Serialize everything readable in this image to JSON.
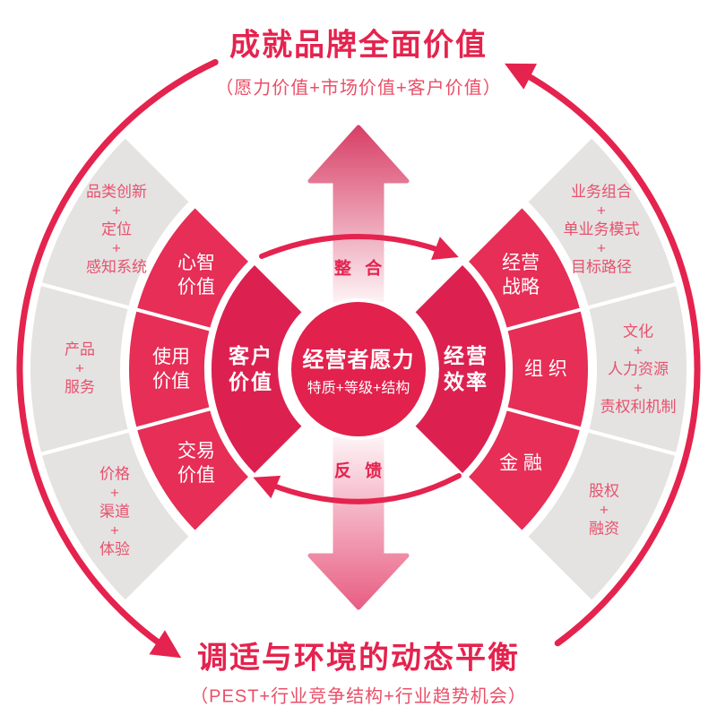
{
  "top": {
    "title": "成就品牌全面价值",
    "subtitle": "（愿力价值+市场价值+客户价值）"
  },
  "bottom": {
    "title": "调适与环境的动态平衡",
    "subtitle": "（PEST+行业竞争结构+行业趋势机会）"
  },
  "center_circle": {
    "title": "经营者愿力",
    "subtitle": "特质+等级+结构"
  },
  "inner_wedges": {
    "left": "客户\n价值",
    "right": "经营\n效率"
  },
  "middle_ring": {
    "left": [
      "心智\n价值",
      "使用\n价值",
      "交易\n价值"
    ],
    "right": [
      "经营\n战略",
      "组 织",
      "金 融"
    ]
  },
  "outer_ring": {
    "left": [
      "品类创新\n+\n定位\n+\n感知系统",
      "产品\n+\n服务",
      "价格\n+\n渠道\n+\n体验"
    ],
    "right": [
      "业务组合\n+\n单业务模式\n+\n目标路径",
      "文化\n+\n人力资源\n+\n责权利机制",
      "股权\n+\n融资"
    ]
  },
  "flow_arrows": {
    "top": "整 合",
    "bottom": "反 馈"
  },
  "colors": {
    "crimson": "#e4234e",
    "middle_ring_red": "#e62e56",
    "inner_wedge_red": "#dc2150",
    "center_red": "#e2214d",
    "outer_gray": "#e4e3e2",
    "pink_text": "#e8516d"
  }
}
